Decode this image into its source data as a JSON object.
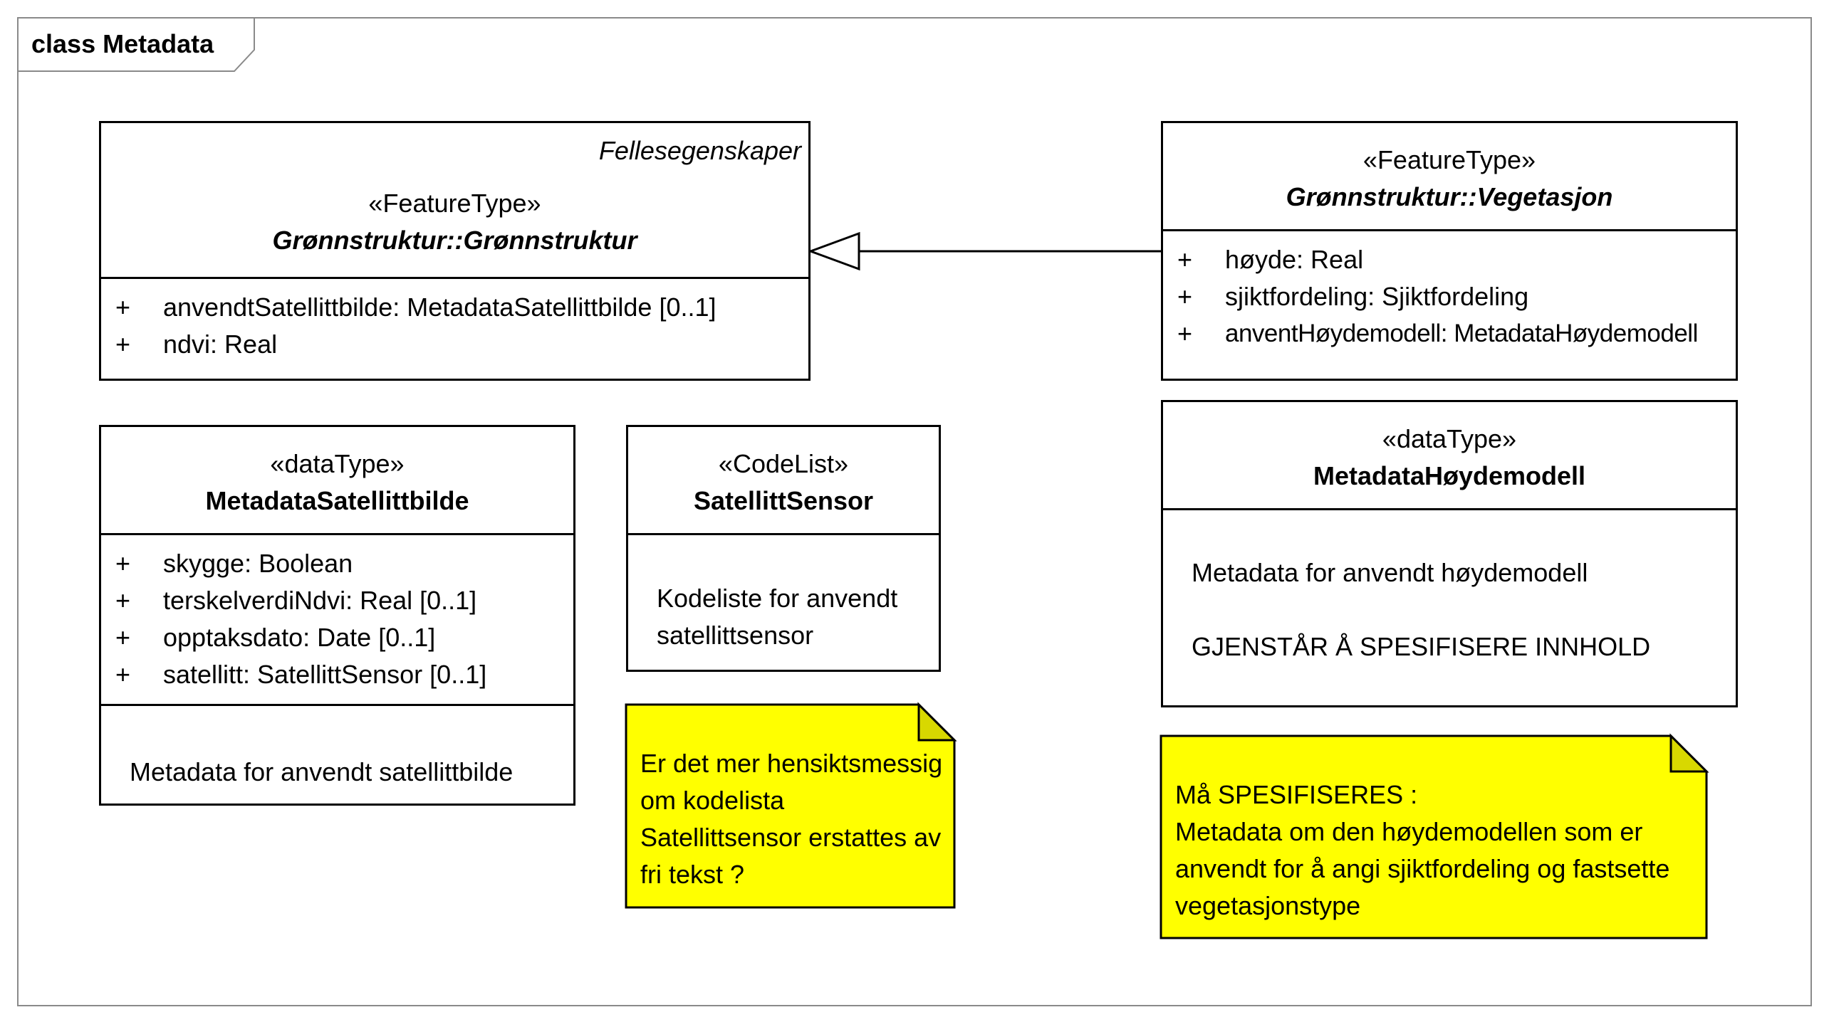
{
  "frame": {
    "title": "class Metadata"
  },
  "classes": {
    "gronnstruktur": {
      "tag": "Fellesegenskaper",
      "stereotype": "«FeatureType»",
      "name": "Grønnstruktur::Grønnstruktur",
      "attributes": [
        {
          "vis": "+",
          "text": "anvendtSatellittbilde: MetadataSatellittbilde [0..1]"
        },
        {
          "vis": "+",
          "text": "ndvi: Real"
        }
      ]
    },
    "vegetasjon": {
      "stereotype": "«FeatureType»",
      "name": "Grønnstruktur::Vegetasjon",
      "attributes": [
        {
          "vis": "+",
          "text": "høyde: Real"
        },
        {
          "vis": "+",
          "text": "sjiktfordeling: Sjiktfordeling"
        },
        {
          "vis": "+",
          "text": "anventHøydemodell: MetadataHøydemodell"
        }
      ]
    },
    "satellittbilde": {
      "stereotype": "«dataType»",
      "name": "MetadataSatellittbilde",
      "attributes": [
        {
          "vis": "+",
          "text": "skygge: Boolean"
        },
        {
          "vis": "+",
          "text": "terskelverdiNdvi: Real [0..1]"
        },
        {
          "vis": "+",
          "text": "opptaksdato: Date [0..1]"
        },
        {
          "vis": "+",
          "text": "satellitt: SatellittSensor [0..1]"
        }
      ],
      "notes": "Metadata for anvendt satellittbilde"
    },
    "sensor": {
      "stereotype": "«CodeList»",
      "name": "SatellittSensor",
      "notes": [
        "Kodeliste for anvendt",
        "satellittsensor"
      ]
    },
    "hoydemodell": {
      "stereotype": "«dataType»",
      "name": "MetadataHøydemodell",
      "notes": [
        "Metadata for anvendt høydemodell",
        "GJENSTÅR Å SPESIFISERE INNHOLD"
      ]
    }
  },
  "notes": {
    "sensor_note": [
      "Er det mer hensiktsmessig",
      "om kodelista",
      "Satellittsensor erstattes av",
      "fri tekst ?"
    ],
    "hoyde_note": [
      "Må SPESIFISERES :",
      "Metadata om den høydemodellen som er",
      "anvendt for å angi sjiktfordeling og fastsette",
      "vegetasjonstype"
    ]
  },
  "colors": {
    "note_fill": "#ffff00",
    "note_fold": "#d8d800",
    "frame_border": "#8a8a8a"
  }
}
